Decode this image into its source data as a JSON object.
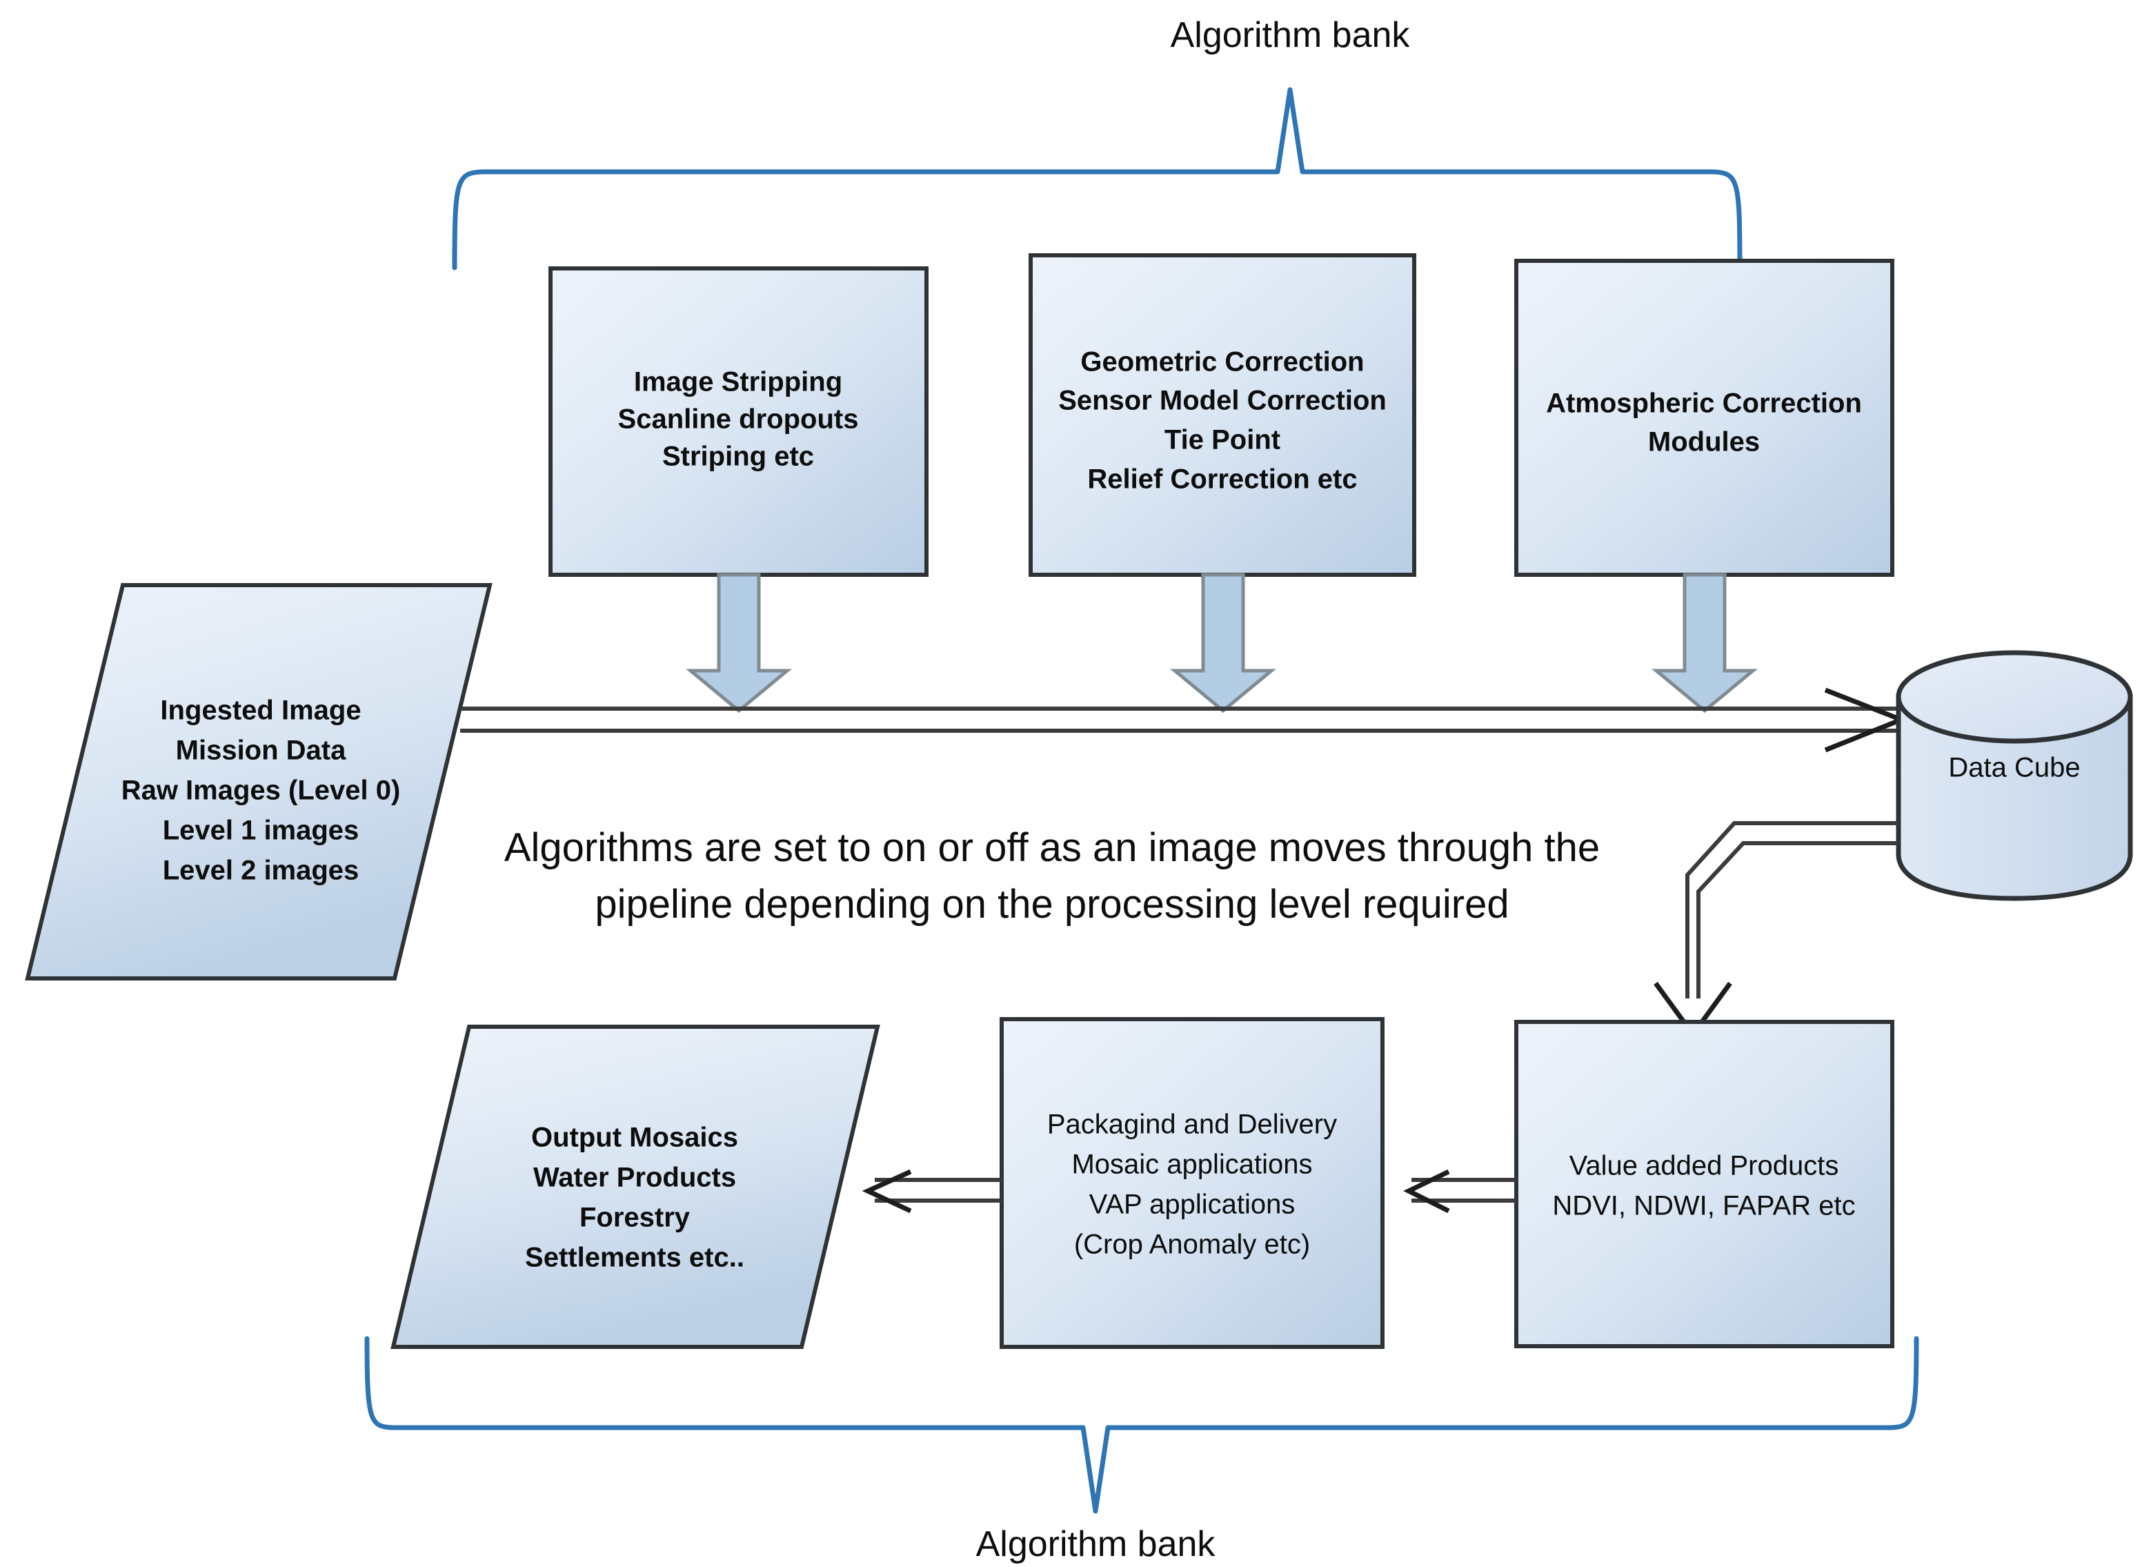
{
  "diagram": {
    "title_top": "Algorithm bank",
    "title_bottom": "Algorithm bank",
    "note": {
      "line1": "Algorithms are set to on or off as an image moves through the",
      "line2": "pipeline depending on the processing level required"
    },
    "colors": {
      "brace": "#2e75b6",
      "node_fill_light": "#e8eef7",
      "node_fill_dark": "#b9cde4",
      "node_stroke": "#2f3336",
      "block_arrow_fill": "#b3cde5",
      "block_arrow_stroke": "#808b92",
      "connector": "#3b3b3b",
      "text": "#0d0d0d"
    },
    "nodes": {
      "image_stripping": {
        "shape": "rectangle",
        "lines": [
          "Image Stripping",
          "Scanline dropouts",
          "Striping etc"
        ]
      },
      "geometric_correction": {
        "shape": "rectangle",
        "lines": [
          "Geometric Correction",
          "Sensor Model Correction",
          "Tie Point",
          "Relief Correction etc"
        ]
      },
      "atmospheric_correction": {
        "shape": "rectangle",
        "lines": [
          "Atmospheric Correction",
          "Modules"
        ]
      },
      "ingested_image": {
        "shape": "parallelogram",
        "lines": [
          "Ingested Image",
          "Mission Data",
          "Raw Images (Level 0)",
          "Level 1 images",
          "Level 2 images"
        ]
      },
      "data_cube": {
        "shape": "cylinder",
        "lines": [
          "Data Cube"
        ]
      },
      "value_added_products": {
        "shape": "rectangle",
        "lines": [
          "Value added Products",
          "NDVI, NDWI, FAPAR etc"
        ]
      },
      "packaging_delivery": {
        "shape": "rectangle",
        "lines": [
          "Packagind and Delivery",
          "Mosaic applications",
          "VAP applications",
          "(Crop Anomaly  etc)"
        ]
      },
      "output_mosaics": {
        "shape": "parallelogram",
        "lines": [
          "Output Mosaics",
          "Water Products",
          "Forestry",
          "Settlements etc.."
        ]
      }
    }
  }
}
